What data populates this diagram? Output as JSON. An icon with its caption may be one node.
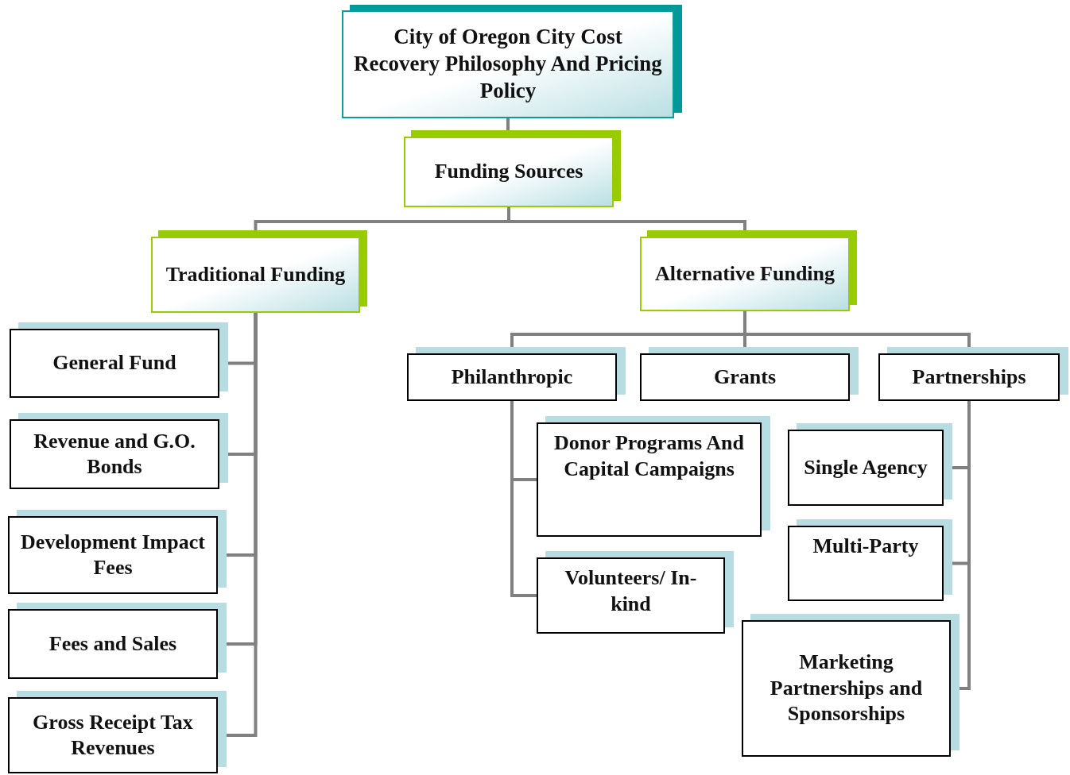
{
  "diagram": {
    "nodes": [
      {
        "text": [
          "City of Oregon City Cost Recovery Philosophy And Pricing Policy"
        ]
      },
      {
        "text": [
          "Funding Sources"
        ]
      },
      {
        "text": [
          "Traditional Funding"
        ]
      },
      {
        "text": [
          "Alternative Funding"
        ]
      },
      {
        "text": [
          "General Fund"
        ]
      },
      {
        "text": [
          "Revenue and G.O. Bonds"
        ]
      },
      {
        "text": [
          "Development Impact Fees"
        ]
      },
      {
        "text": [
          "Fees and Sales"
        ]
      },
      {
        "text": [
          "Gross Receipt Tax Revenues"
        ]
      },
      {
        "text": [
          "Philanthropic"
        ]
      },
      {
        "text": [
          "Grants"
        ]
      },
      {
        "text": [
          "Partnerships"
        ]
      },
      {
        "text": [
          "Donor Programs And Capital Campaigns"
        ]
      },
      {
        "text": [
          "Volunteers/ In-kind"
        ]
      },
      {
        "text": [
          "Single Agency"
        ]
      },
      {
        "text": [
          "Multi-Party"
        ]
      },
      {
        "text": [
          "Marketing Partnerships and Sponsorships"
        ]
      }
    ],
    "edges": [
      {
        "from": 0,
        "to": 1,
        "arrow": "none"
      },
      {
        "from": 1,
        "to": 2,
        "arrow": "none"
      },
      {
        "from": 1,
        "to": 3,
        "arrow": "none"
      },
      {
        "from": 2,
        "to": 4,
        "arrow": "none"
      },
      {
        "from": 2,
        "to": 5,
        "arrow": "none"
      },
      {
        "from": 2,
        "to": 6,
        "arrow": "none"
      },
      {
        "from": 2,
        "to": 7,
        "arrow": "none"
      },
      {
        "from": 2,
        "to": 8,
        "arrow": "none"
      },
      {
        "from": 3,
        "to": 9,
        "arrow": "none"
      },
      {
        "from": 3,
        "to": 10,
        "arrow": "none"
      },
      {
        "from": 3,
        "to": 11,
        "arrow": "none"
      },
      {
        "from": 9,
        "to": 12,
        "arrow": "none"
      },
      {
        "from": 9,
        "to": 13,
        "arrow": "none"
      },
      {
        "from": 11,
        "to": 14,
        "arrow": "none"
      },
      {
        "from": 11,
        "to": 15,
        "arrow": "none"
      },
      {
        "from": 11,
        "to": 16,
        "arrow": "none"
      }
    ]
  }
}
